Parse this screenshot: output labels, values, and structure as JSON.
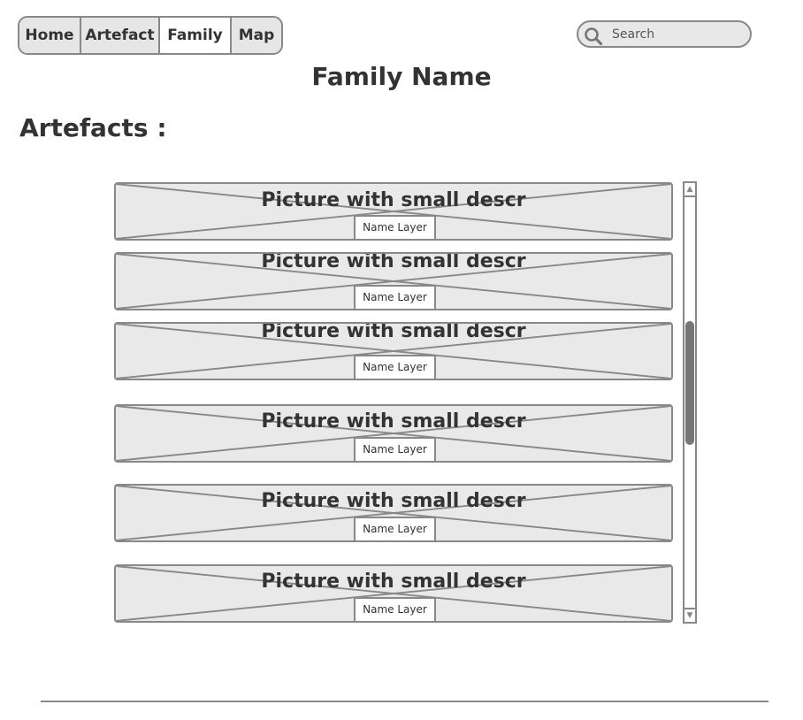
{
  "nav": {
    "tabs": [
      {
        "label": "Home",
        "active": false
      },
      {
        "label": "Artefact",
        "active": false
      },
      {
        "label": "Family",
        "active": true
      },
      {
        "label": "Map",
        "active": false
      }
    ]
  },
  "search": {
    "placeholder": "Search",
    "value": ""
  },
  "page": {
    "title": "Family Name",
    "section_heading": "Artefacts :"
  },
  "artefacts": [
    {
      "title": "Picture with small descr",
      "label": "Name Layer"
    },
    {
      "title": "Picture with small descr",
      "label": "Name Layer"
    },
    {
      "title": "Picture with small descr",
      "label": "Name Layer"
    },
    {
      "title": "Picture with small descr",
      "label": "Name Layer"
    },
    {
      "title": "Picture with small descr",
      "label": "Name Layer"
    },
    {
      "title": "Picture with small descr",
      "label": "Name Layer"
    }
  ],
  "scrollbar": {
    "up_glyph": "▲",
    "down_glyph": "▼"
  },
  "colors": {
    "border": "#888888",
    "fill": "#e9e9e9",
    "text": "#333333"
  }
}
